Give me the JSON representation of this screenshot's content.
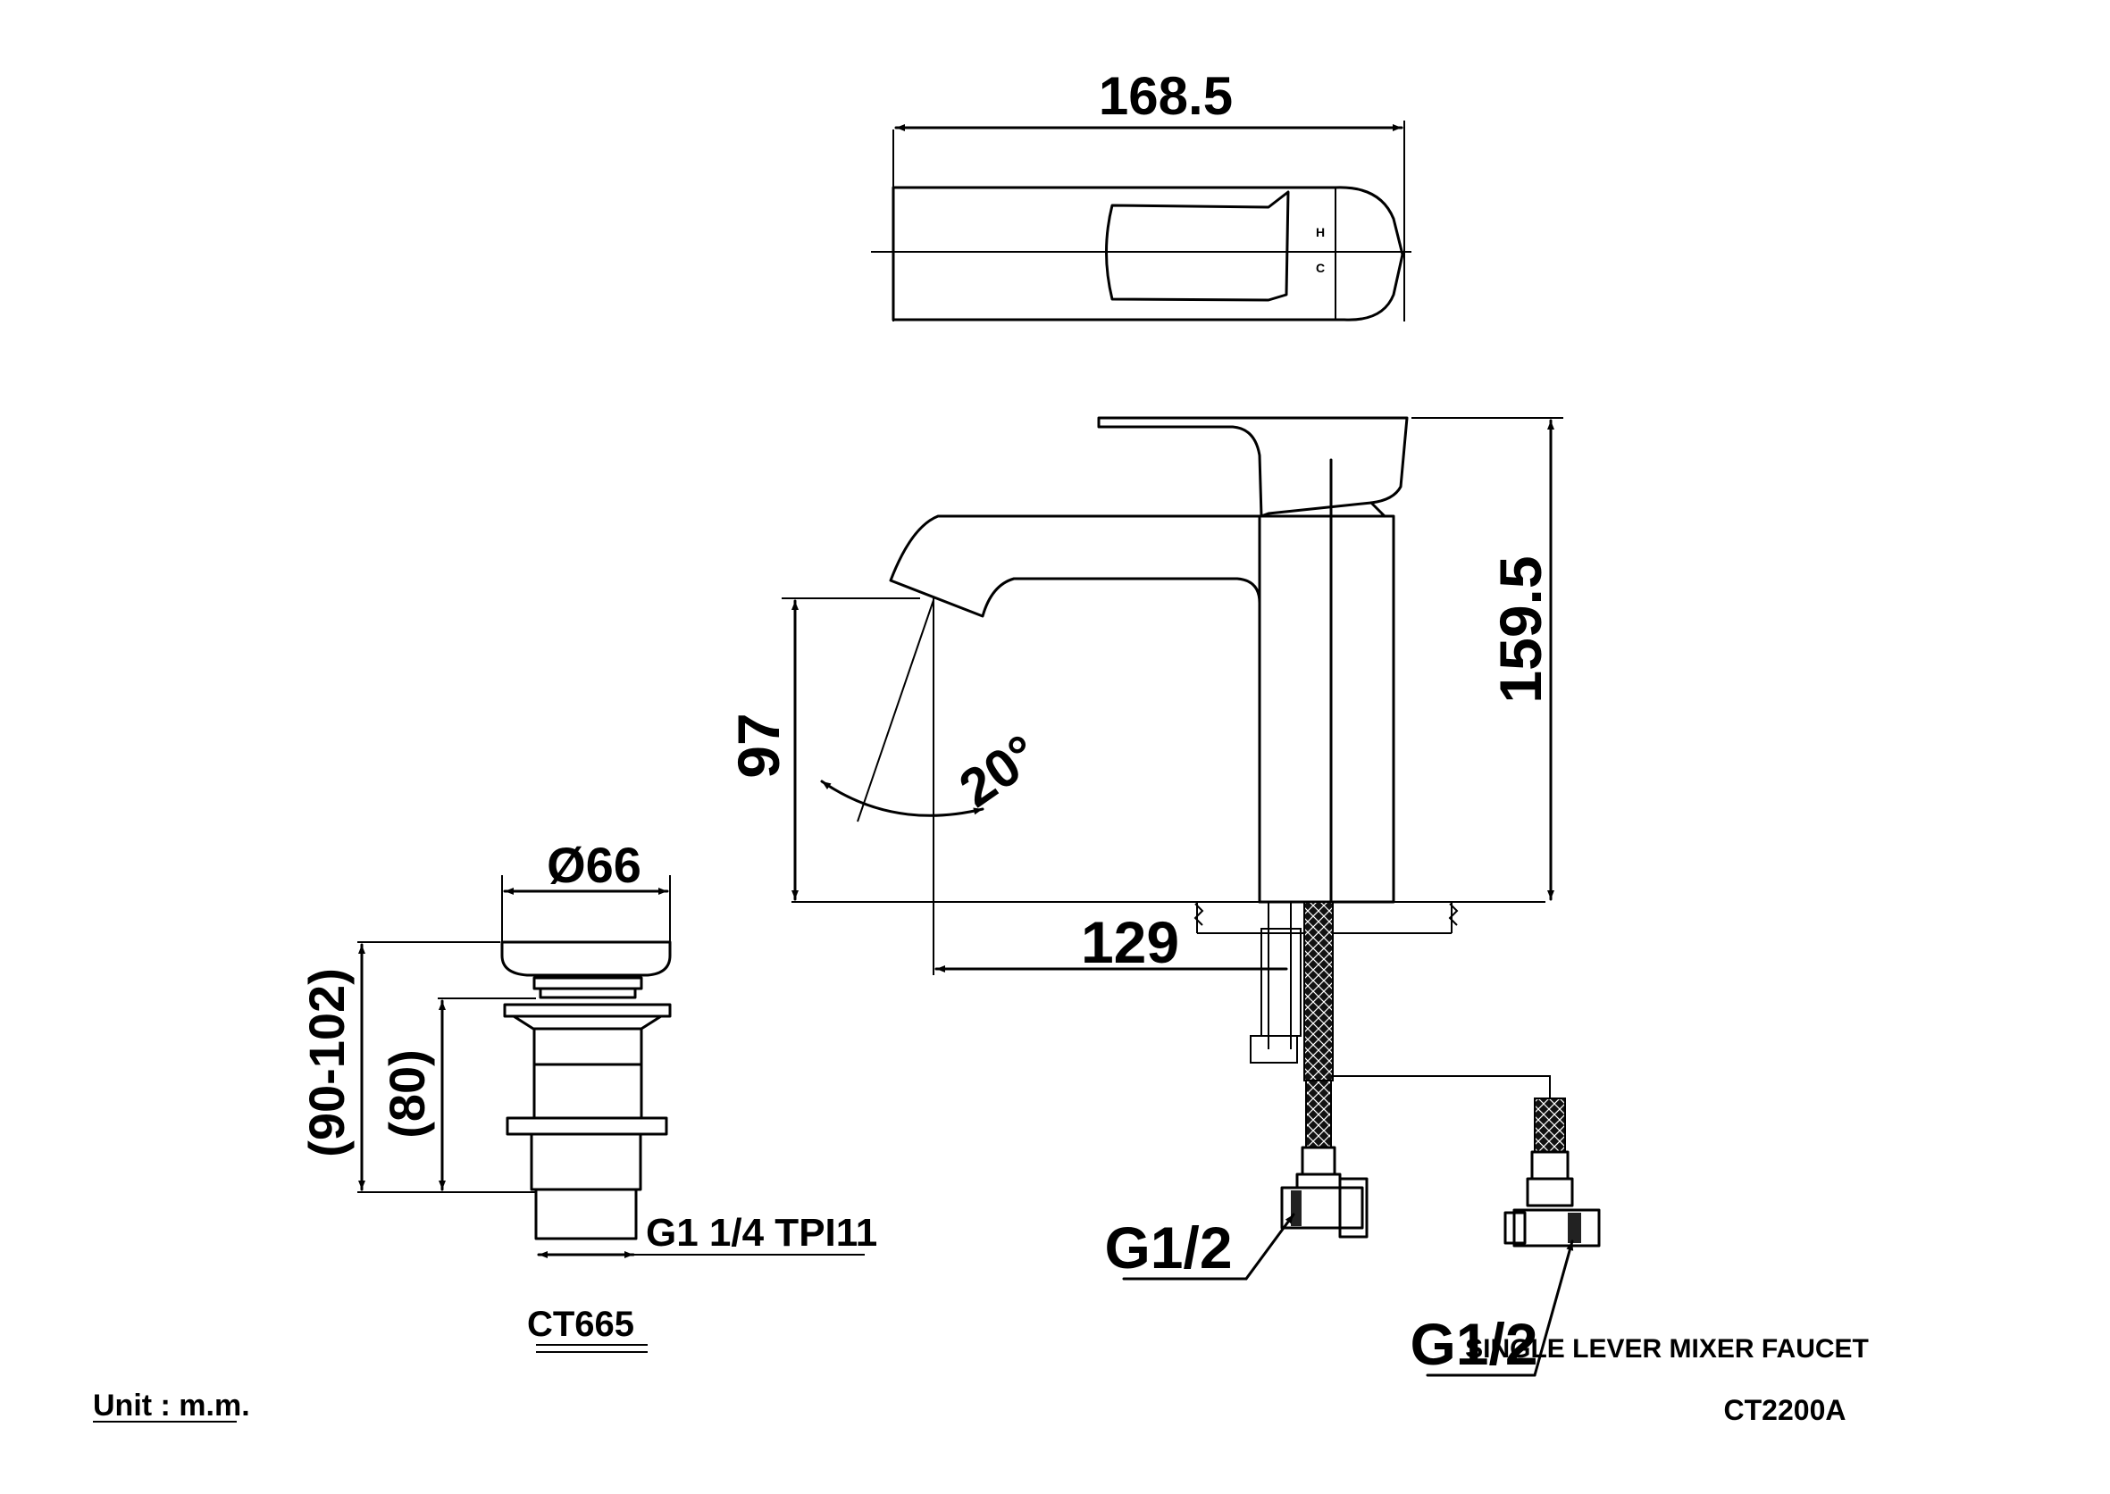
{
  "dimensions": {
    "top_length": "168.5",
    "total_height": "159.5",
    "spout_height": "97",
    "spout_angle": "20°",
    "spout_reach": "129",
    "drain_diameter": "Ø66",
    "drain_height_range": "(90-102)",
    "drain_height": "(80)",
    "drain_thread": "G1 1/4 TPI11",
    "inlet_thread_left": "G1/2",
    "inlet_thread_right": "G1/2"
  },
  "handle_marks": [
    "C",
    "H"
  ],
  "labels": {
    "drain_model": "CT665",
    "unit": "Unit : m.m.",
    "product_name": "SINGLE LEVER MIXER FAUCET",
    "product_model": "CT2200A"
  }
}
